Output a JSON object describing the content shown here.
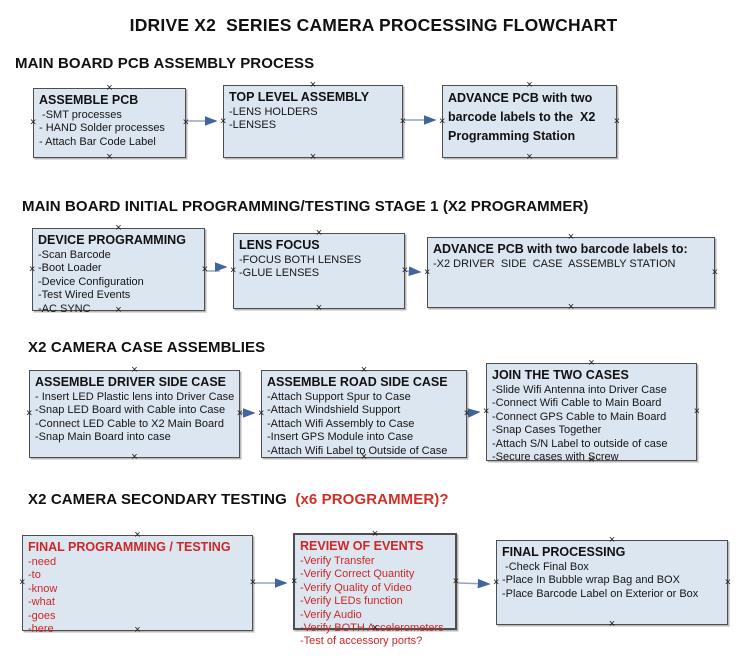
{
  "page_title": "IDRIVE X2  SERIES CAMERA PROCESSING FLOWCHART",
  "colors": {
    "box_fill": "#dce6f1",
    "box_border": "#4e4e4e",
    "arrow_line": "#8fa5c7",
    "arrow_head": "#41639e",
    "red_text": "#cb2826",
    "heading_text": "#111111"
  },
  "sections": [
    {
      "heading": "MAIN BOARD PCB ASSEMBLY PROCESS",
      "boxes": [
        {
          "title": "ASSEMBLE PCB",
          "items": [
            " -SMT processes",
            "- HAND Solder processes",
            "- Attach Bar Code Label"
          ]
        },
        {
          "title": "TOP LEVEL ASSEMBLY",
          "items": [
            "-LENS HOLDERS",
            "-LENSES"
          ]
        },
        {
          "title": "ADVANCE PCB with two barcode labels to the  X2 Programming Station",
          "items": []
        }
      ]
    },
    {
      "heading": "MAIN BOARD INITIAL PROGRAMMING/TESTING STAGE 1 (X2 PROGRAMMER)",
      "boxes": [
        {
          "title": "DEVICE PROGRAMMING",
          "items": [
            "-Scan Barcode",
            "-Boot Loader",
            "-Device Configuration",
            "-Test Wired Events",
            "-AC SYNC"
          ]
        },
        {
          "title": "LENS FOCUS",
          "items": [
            "-FOCUS BOTH LENSES",
            "-GLUE LENSES"
          ]
        },
        {
          "title": "ADVANCE PCB with two barcode labels to:",
          "items": [
            "-X2 DRIVER  SIDE  CASE  ASSEMBLY STATION"
          ]
        }
      ]
    },
    {
      "heading": "X2 CAMERA CASE ASSEMBLIES",
      "boxes": [
        {
          "title": "ASSEMBLE DRIVER SIDE CASE",
          "items": [
            "- Insert LED Plastic lens into Driver Case",
            "-Snap LED Board with Cable into Case",
            "-Connect LED Cable to X2 Main Board",
            "-Snap Main Board into case"
          ]
        },
        {
          "title": "ASSEMBLE ROAD SIDE CASE",
          "items": [
            "-Attach Support Spur to Case",
            "-Attach Windshield Support",
            "-Attach Wifi Assembly to Case",
            "-Insert GPS Module into Case",
            "-Attach Wifi Label to Outside of Case"
          ]
        },
        {
          "title": "JOIN THE TWO CASES",
          "items": [
            "-Slide Wifi Antenna into Driver Case",
            "-Connect Wifi Cable to Main Board",
            "-Connect GPS Cable to Main Board",
            "-Snap Cases Together",
            "-Attach S/N Label to outside of case",
            "-Secure cases with Screw"
          ]
        }
      ]
    },
    {
      "heading": "X2 CAMERA SECONDARY TESTING  ",
      "heading_highlight": "(x6 PROGRAMMER)?",
      "boxes": [
        {
          "title": "FINAL PROGRAMMING / TESTING",
          "items": [
            "-need",
            "-to",
            "-know",
            "-what",
            "-goes",
            "-here"
          ]
        },
        {
          "title": "REVIEW OF EVENTS",
          "items": [
            "-Verify Transfer",
            "-Verify Correct Quantity",
            "-Verify Quality of Video",
            "-Verify LEDs function",
            "-Verify Audio",
            "-Verify BOTH Accelerometers",
            "-Test of accessory ports?"
          ]
        },
        {
          "title": "FINAL PROCESSING",
          "items": [
            " -Check Final Box",
            "-Place In Bubble wrap Bag and BOX",
            "-Place Barcode Label on Exterior or Box"
          ]
        }
      ]
    }
  ]
}
